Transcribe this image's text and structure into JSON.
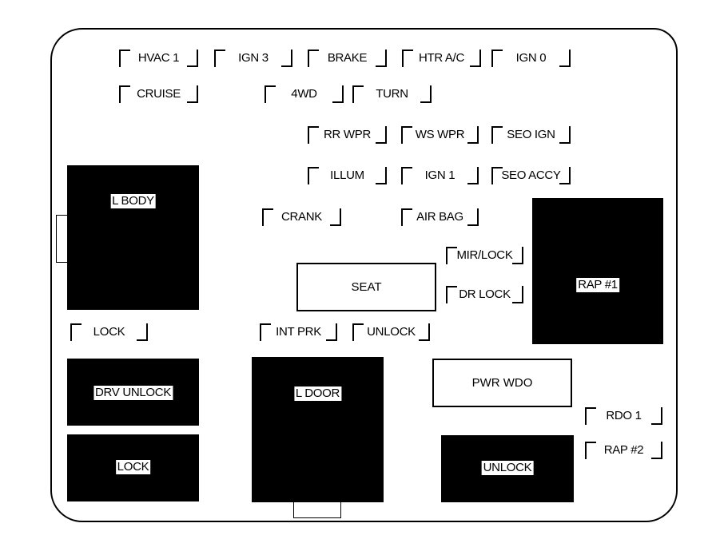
{
  "diagram": {
    "type": "fuse-panel",
    "fuses": [
      {
        "id": "hvac1",
        "label": "HVAC 1"
      },
      {
        "id": "ign3",
        "label": "IGN 3"
      },
      {
        "id": "brake",
        "label": "BRAKE"
      },
      {
        "id": "htr-ac",
        "label": "HTR A/C"
      },
      {
        "id": "ign0",
        "label": "IGN 0"
      },
      {
        "id": "cruise",
        "label": "CRUISE"
      },
      {
        "id": "4wd",
        "label": "4WD"
      },
      {
        "id": "turn",
        "label": "TURN"
      },
      {
        "id": "rr-wpr",
        "label": "RR WPR"
      },
      {
        "id": "ws-wpr",
        "label": "WS WPR"
      },
      {
        "id": "seo-ign",
        "label": "SEO IGN"
      },
      {
        "id": "illum",
        "label": "ILLUM"
      },
      {
        "id": "ign1",
        "label": "IGN 1"
      },
      {
        "id": "seo-accy",
        "label": "SEO ACCY"
      },
      {
        "id": "crank",
        "label": "CRANK"
      },
      {
        "id": "air-bag",
        "label": "AIR BAG"
      },
      {
        "id": "mir-lock",
        "label": "MIR/LOCK"
      },
      {
        "id": "dr-lock",
        "label": "DR LOCK"
      },
      {
        "id": "lock-fuse",
        "label": "LOCK"
      },
      {
        "id": "int-prk",
        "label": "INT PRK"
      },
      {
        "id": "unlock-fuse",
        "label": "UNLOCK"
      },
      {
        "id": "rdo1",
        "label": "RDO 1"
      },
      {
        "id": "rap2",
        "label": "RAP #2"
      }
    ],
    "relays": [
      {
        "id": "l-body",
        "label": "L BODY"
      },
      {
        "id": "rap1",
        "label": "RAP #1"
      },
      {
        "id": "drv-unlock",
        "label": "DRV UNLOCK"
      },
      {
        "id": "lock-relay",
        "label": "LOCK"
      },
      {
        "id": "l-door",
        "label": "L DOOR"
      },
      {
        "id": "unlock-relay",
        "label": "UNLOCK"
      }
    ],
    "circuit_breakers": [
      {
        "id": "seat",
        "label": "SEAT"
      },
      {
        "id": "pwr-wdo",
        "label": "PWR WDO"
      }
    ]
  }
}
